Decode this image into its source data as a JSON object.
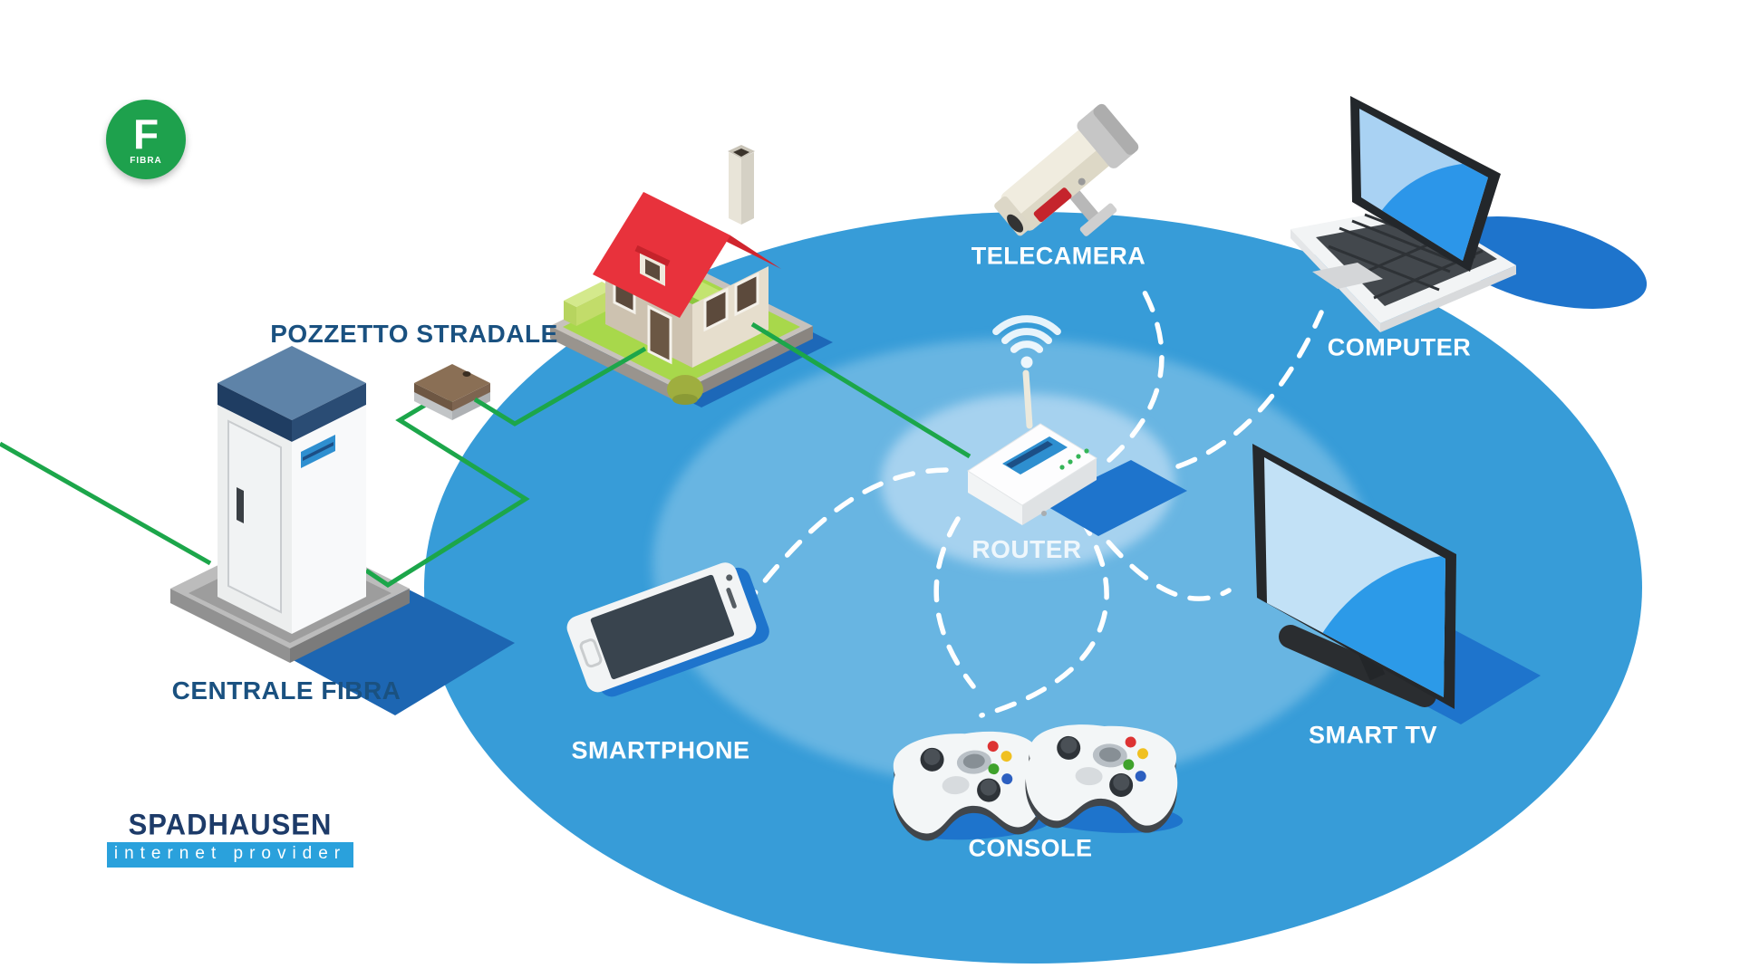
{
  "diagram": {
    "badge": {
      "letter": "F",
      "label": "FIBRA",
      "color": "#1ea14d"
    },
    "logo": {
      "title": "SPADHAUSEN",
      "subtitle": "internet provider",
      "title_color": "#1d3b69",
      "bar_color": "#2aa1dc"
    },
    "nodes": [
      {
        "id": "centrale-fibra",
        "label": "CENTRALE FIBRA",
        "icon": "fiber-cabinet-icon"
      },
      {
        "id": "pozzetto-stradale",
        "label": "POZZETTO STRADALE",
        "icon": "street-manhole-icon"
      },
      {
        "id": "router",
        "label": "ROUTER",
        "icon": "wifi-router-icon"
      },
      {
        "id": "telecamera",
        "label": "TELECAMERA",
        "icon": "cctv-camera-icon"
      },
      {
        "id": "computer",
        "label": "COMPUTER",
        "icon": "laptop-icon"
      },
      {
        "id": "smart-tv",
        "label": "SMART TV",
        "icon": "tv-icon"
      },
      {
        "id": "smartphone",
        "label": "SMARTPHONE",
        "icon": "smartphone-icon"
      },
      {
        "id": "console",
        "label": "CONSOLE",
        "icon": "gamepad-icon"
      }
    ],
    "links": [
      {
        "from": "external-network",
        "to": "centrale-fibra",
        "type": "fiber"
      },
      {
        "from": "centrale-fibra",
        "to": "pozzetto-stradale",
        "type": "fiber"
      },
      {
        "from": "pozzetto-stradale",
        "to": "house",
        "type": "fiber"
      },
      {
        "from": "house",
        "to": "router",
        "type": "fiber"
      },
      {
        "from": "router",
        "to": "telecamera",
        "type": "wifi"
      },
      {
        "from": "router",
        "to": "computer",
        "type": "wifi"
      },
      {
        "from": "router",
        "to": "smart-tv",
        "type": "wifi"
      },
      {
        "from": "router",
        "to": "console",
        "type": "wifi"
      },
      {
        "from": "router",
        "to": "smartphone",
        "type": "wifi"
      }
    ],
    "colors": {
      "coverage_outer": "#379cd8",
      "coverage_mid": "#68b5e2",
      "coverage_inner": "#a6d2ef",
      "fiber_line": "#1ca64a",
      "wifi_dash": "#ffffff",
      "label_dark": "#1a5180",
      "label_light": "#ffffff",
      "device_shadow": "#1e74cc"
    }
  }
}
